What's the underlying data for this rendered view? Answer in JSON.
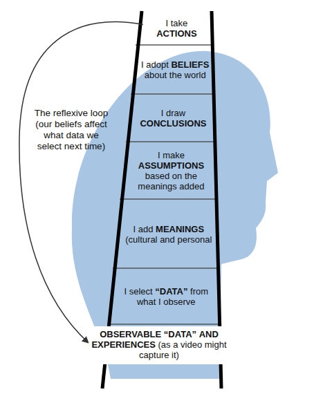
{
  "diagram": {
    "nodes": [
      {
        "text": [
          "I take ACTIONS"
        ]
      },
      {
        "text": [
          "I adopt BELIEFS about the world"
        ]
      },
      {
        "text": [
          "I draw CONCLUSIONS"
        ]
      },
      {
        "text": [
          "I make ASSUMPTIONS based on the meanings added"
        ]
      },
      {
        "text": [
          "I add MEANINGS (cultural and personal"
        ]
      },
      {
        "text": [
          "I select “DATA” from what I observe"
        ]
      },
      {
        "text": [
          "OBSERVABLE “DATA” AND EXPERIENCES (as a video might capture it)"
        ]
      }
    ],
    "edges": [
      {
        "from": 0,
        "to": 6,
        "arrow": "to"
      }
    ],
    "labels": [
      "The reflexive loop (our beliefs affect what data we select next time)"
    ]
  }
}
